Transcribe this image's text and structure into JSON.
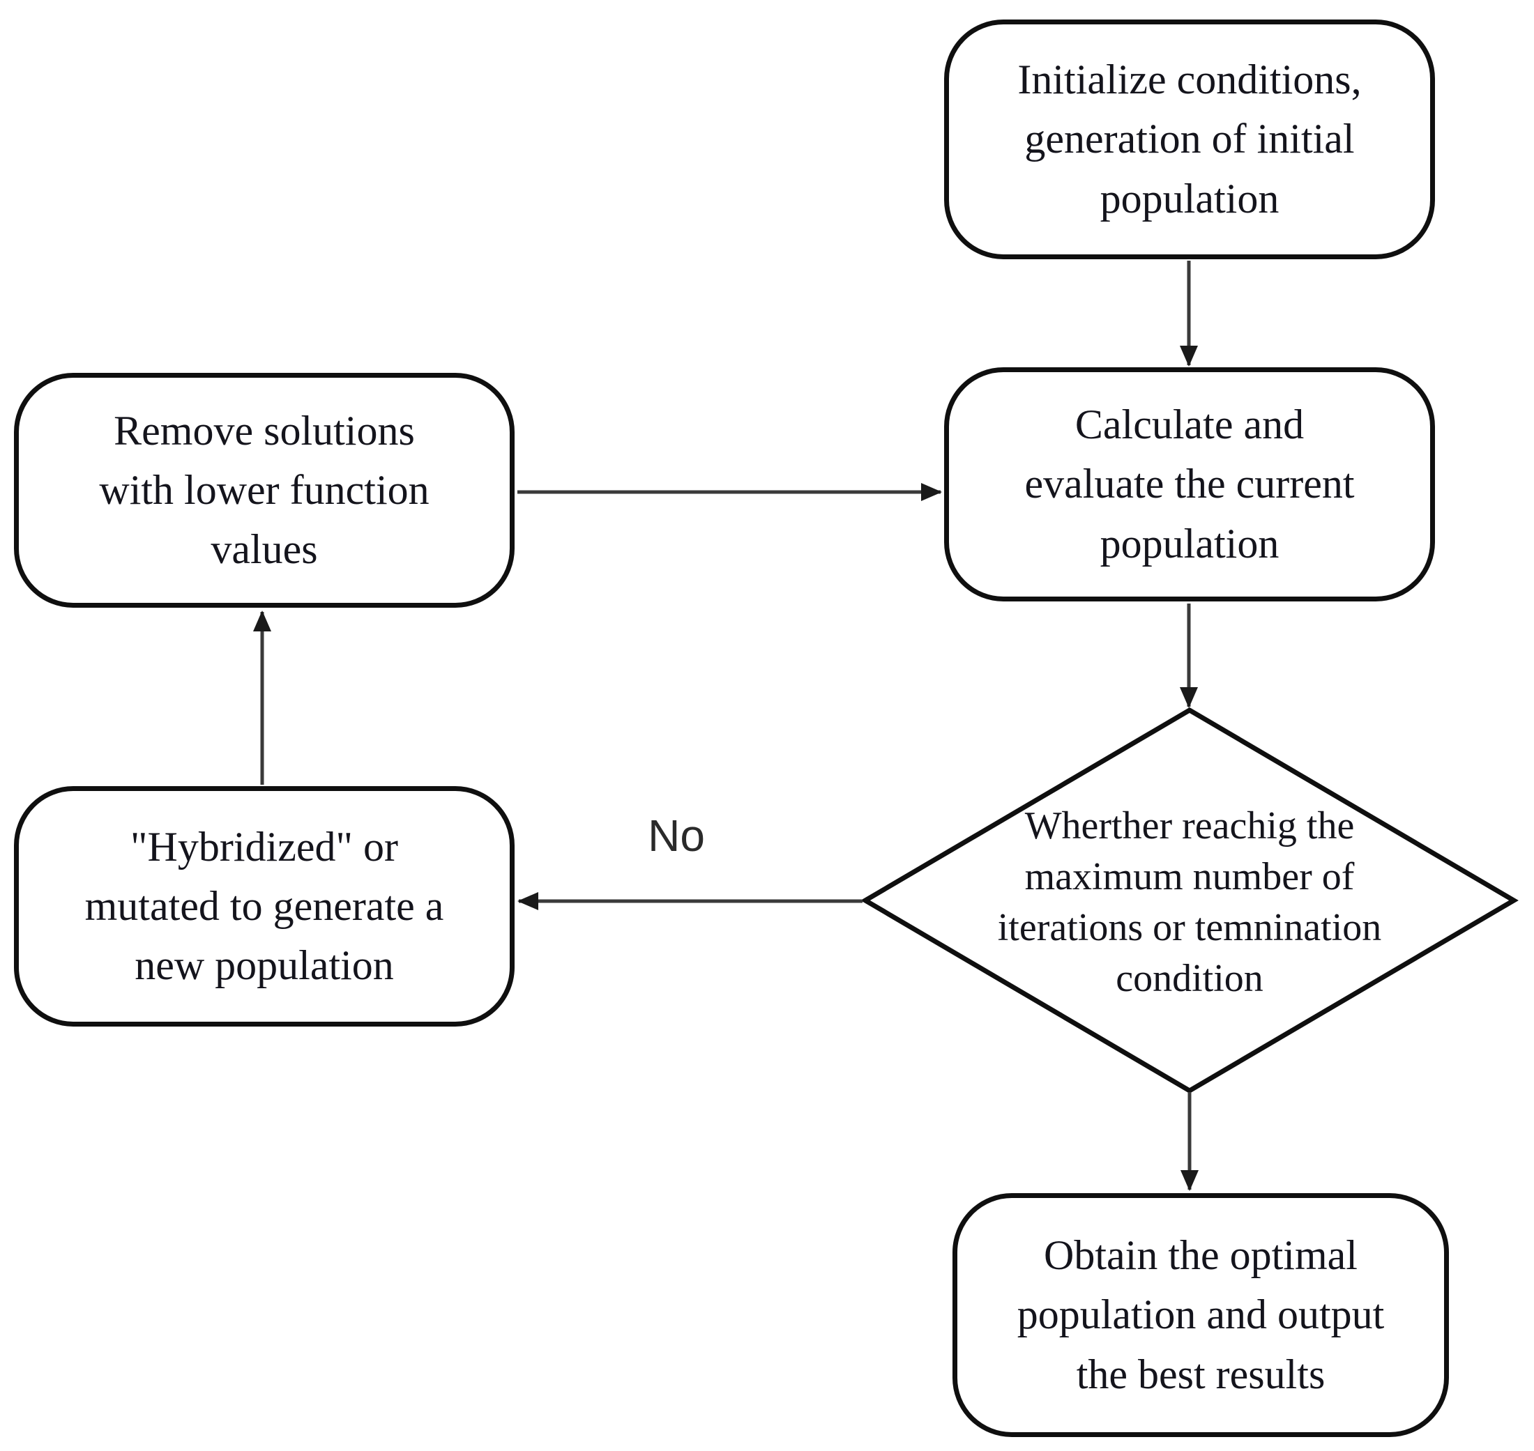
{
  "nodes": {
    "initialize": {
      "label": "Initialize conditions,\ngeneration of initial\npopulation"
    },
    "calculate": {
      "label": "Calculate and\nevaluate the current\npopulation"
    },
    "decision": {
      "label": "Wherther reachig the\nmaximum number of\niterations or temnination\ncondition"
    },
    "obtain": {
      "label": "Obtain the optimal\npopulation and output\nthe best results"
    },
    "remove": {
      "label": "Remove solutions\nwith lower function\nvalues"
    },
    "hybridize": {
      "label": "\"Hybridized\" or\nmutated to generate a\nnew population"
    }
  },
  "edges": [
    {
      "from": "initialize",
      "to": "calculate",
      "label": ""
    },
    {
      "from": "remove",
      "to": "calculate",
      "label": ""
    },
    {
      "from": "calculate",
      "to": "decision",
      "label": ""
    },
    {
      "from": "decision",
      "to": "hybridize",
      "label": "No"
    },
    {
      "from": "hybridize",
      "to": "remove",
      "label": ""
    },
    {
      "from": "decision",
      "to": "obtain",
      "label": ""
    }
  ],
  "colors": {
    "background": "#ffffff",
    "node_border": "#0f0f0f",
    "text": "#14141c",
    "connector": "#3a3a3a",
    "arrowhead": "#1a1a1a"
  }
}
